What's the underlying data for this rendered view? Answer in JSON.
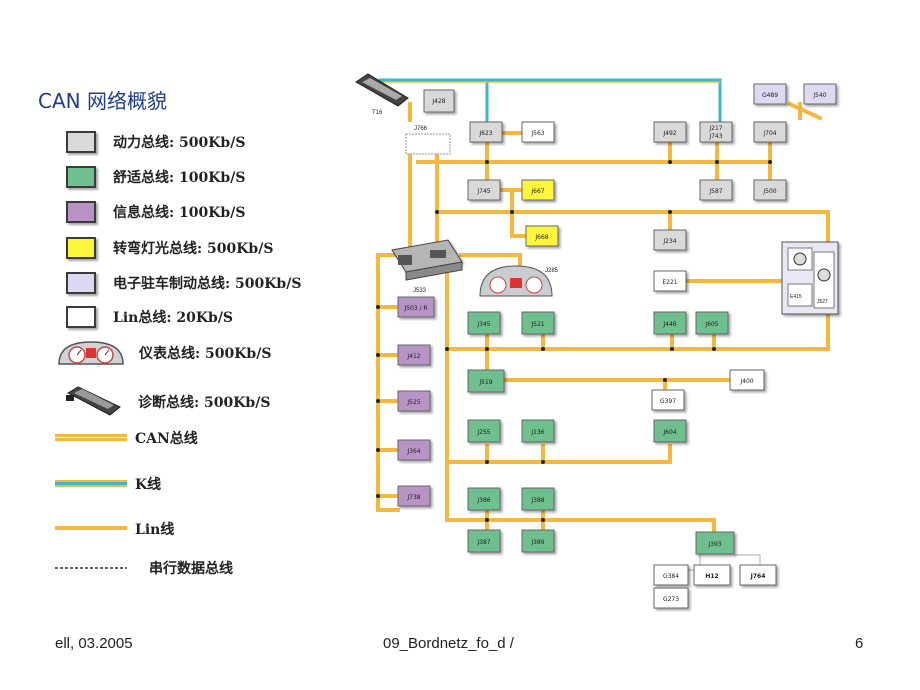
{
  "page": {
    "title": "CAN 网络概貌",
    "footer_left": "ell, 03.2005",
    "footer_center": "09_Bordnetz_fo_d /",
    "footer_right": "6"
  },
  "legend": {
    "swatches": [
      {
        "label": "动力总线: 500Kb/S",
        "color": "#d9d9d9"
      },
      {
        "label": "舒适总线: 100Kb/S",
        "color": "#6fbf8f"
      },
      {
        "label": "信息总线: 100Kb/S",
        "color": "#b894c6"
      },
      {
        "label": "转弯灯光总线: 500Kb/S",
        "color": "#fff53a"
      },
      {
        "label": "电子驻车制动总线: 500Kb/S",
        "color": "#dcd9f0"
      },
      {
        "label": "Lin总线: 20Kb/S",
        "color": "#ffffff"
      }
    ],
    "instrument_label": "仪表总线: 500Kb/S",
    "diagnosis_label": "诊断总线: 500Kb/S",
    "lines": [
      {
        "label": "CAN总线",
        "type": "can"
      },
      {
        "label": "K线",
        "type": "k"
      },
      {
        "label": "Lin线",
        "type": "lin"
      },
      {
        "label": "串行数据总线",
        "type": "serial"
      }
    ]
  },
  "colors": {
    "can": "#f5b73d",
    "k_line": "#3fb5c8",
    "power": "#d9d9d9",
    "comfort": "#6fbf8f",
    "info": "#b894c6",
    "cornering": "#fff53a",
    "epb": "#dcd9f0",
    "lin": "#ffffff",
    "title": "#1f3d8a"
  },
  "ecus": {
    "T16": "T16",
    "J428": "J428",
    "J766": "J766",
    "J623": "J623",
    "J563": "J563",
    "J492": "J492",
    "J217_743": [
      "J217",
      "J743"
    ],
    "J704": "J704",
    "G489": "G489",
    "J540": "J540",
    "J745": "J745",
    "J667": "J667",
    "J668": "J668",
    "J587": "J587",
    "J500": "J500",
    "J234": "J234",
    "J533": "J533",
    "J285": "J285",
    "E221": "E221",
    "E415": "E415",
    "J527": "J527",
    "J503": "J503 / R",
    "J345": "J345",
    "J521": "J521",
    "J446": "J446",
    "J605": "J605",
    "J412": "J412",
    "J519": "J519",
    "J400": "J400",
    "G397": "G397",
    "J525": "J525",
    "J255": "J255",
    "J136": "J136",
    "J604": "J604",
    "J364": "J364",
    "J386": "J386",
    "J388": "J388",
    "J738": "J738",
    "J387": "J387",
    "J389": "J389",
    "J393": "J393",
    "G384": "G384",
    "H12": "H12",
    "J764": "J764",
    "G273": "G273"
  }
}
